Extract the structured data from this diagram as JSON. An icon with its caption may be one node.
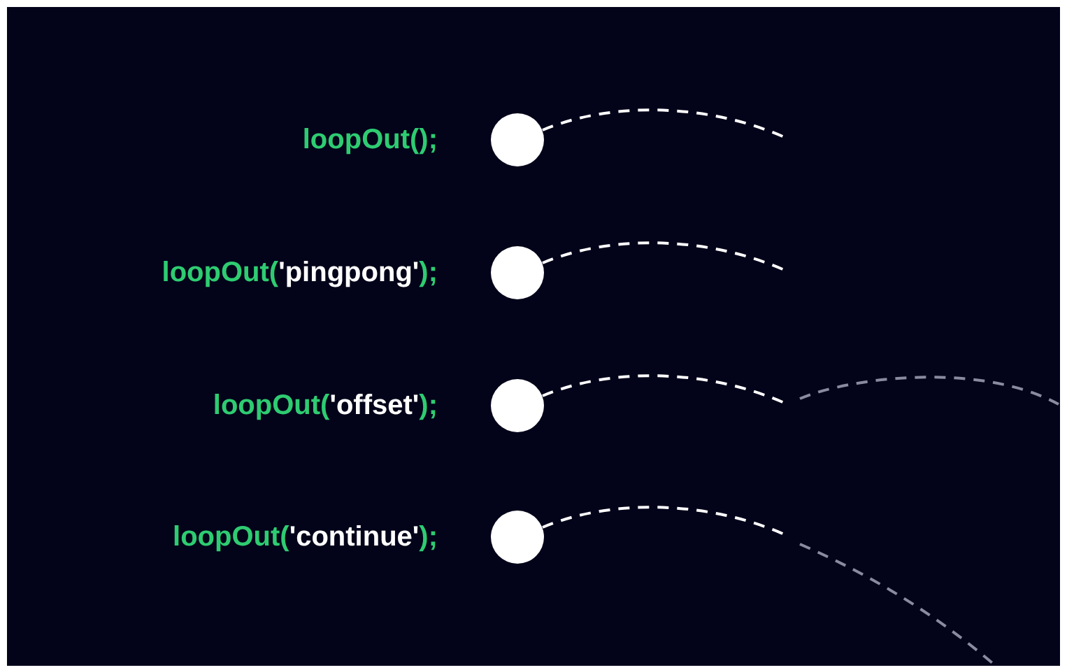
{
  "diagram": {
    "nodes": [
      {
        "text": [],
        "shape": "circle"
      },
      {
        "text": [],
        "shape": "circle"
      },
      {
        "text": [],
        "shape": "circle"
      },
      {
        "text": [],
        "shape": "circle"
      }
    ],
    "edges": [
      {
        "from": 0,
        "to": null,
        "arrow": "none",
        "style": "dashed"
      },
      {
        "from": 1,
        "to": null,
        "arrow": "none",
        "style": "dashed"
      },
      {
        "from": 2,
        "to": null,
        "arrow": "none",
        "style": "dashed"
      },
      {
        "from": 3,
        "to": null,
        "arrow": "none",
        "style": "dashed"
      }
    ],
    "labels": [
      "loopOut();",
      "loopOut('pingpong');",
      "loopOut('offset');",
      "loopOut('continue');"
    ]
  }
}
